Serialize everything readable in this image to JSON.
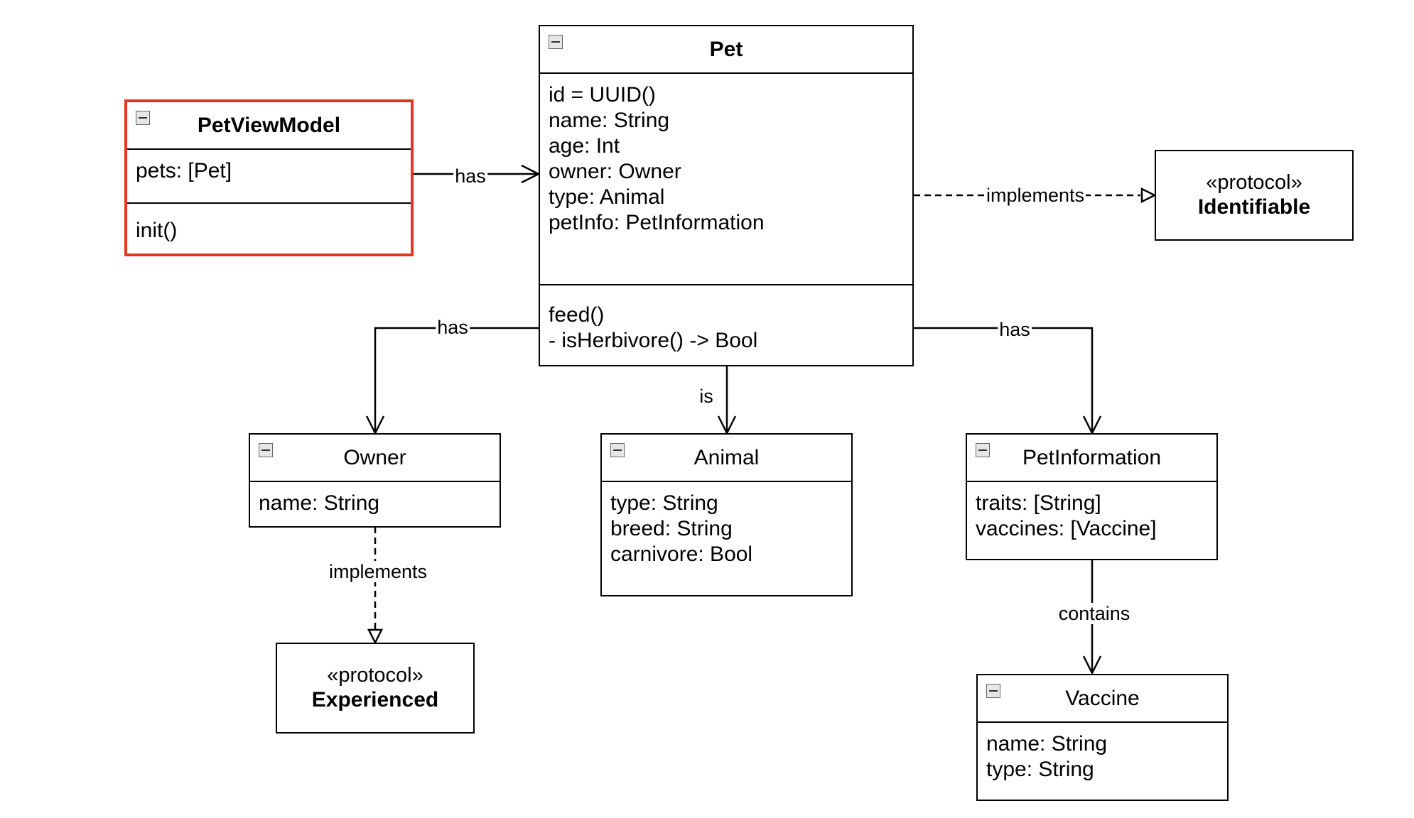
{
  "classes": {
    "pet_view_model": {
      "name": "PetViewModel",
      "attributes": [
        "pets: [Pet]"
      ],
      "methods": [
        "init()"
      ]
    },
    "pet": {
      "name": "Pet",
      "attributes": [
        "id = UUID()",
        "name: String",
        "age: Int",
        "owner: Owner",
        "type: Animal",
        "petInfo: PetInformation"
      ],
      "methods": [
        "feed()",
        "- isHerbivore() -> Bool"
      ]
    },
    "owner": {
      "name": "Owner",
      "attributes": [
        "name: String"
      ]
    },
    "animal": {
      "name": "Animal",
      "attributes": [
        "type: String",
        "breed: String",
        "carnivore: Bool"
      ]
    },
    "pet_information": {
      "name": "PetInformation",
      "attributes": [
        "traits: [String]",
        "vaccines: [Vaccine]"
      ]
    },
    "vaccine": {
      "name": "Vaccine",
      "attributes": [
        "name: String",
        "type: String"
      ]
    }
  },
  "protocols": {
    "identifiable": {
      "stereotype": "«protocol»",
      "name": "Identifiable"
    },
    "experienced": {
      "stereotype": "«protocol»",
      "name": "Experienced"
    }
  },
  "relations": {
    "viewmodel_pet": "has",
    "pet_identifiable": "implements",
    "pet_owner": "has",
    "pet_animal": "is",
    "pet_petinfo": "has",
    "owner_experienced": "implements",
    "petinfo_vaccine": "contains"
  },
  "colors": {
    "selection": "#e2361e",
    "line": "#000000",
    "background": "#ffffff"
  },
  "icons": {
    "collapse": "minus-square-icon"
  }
}
